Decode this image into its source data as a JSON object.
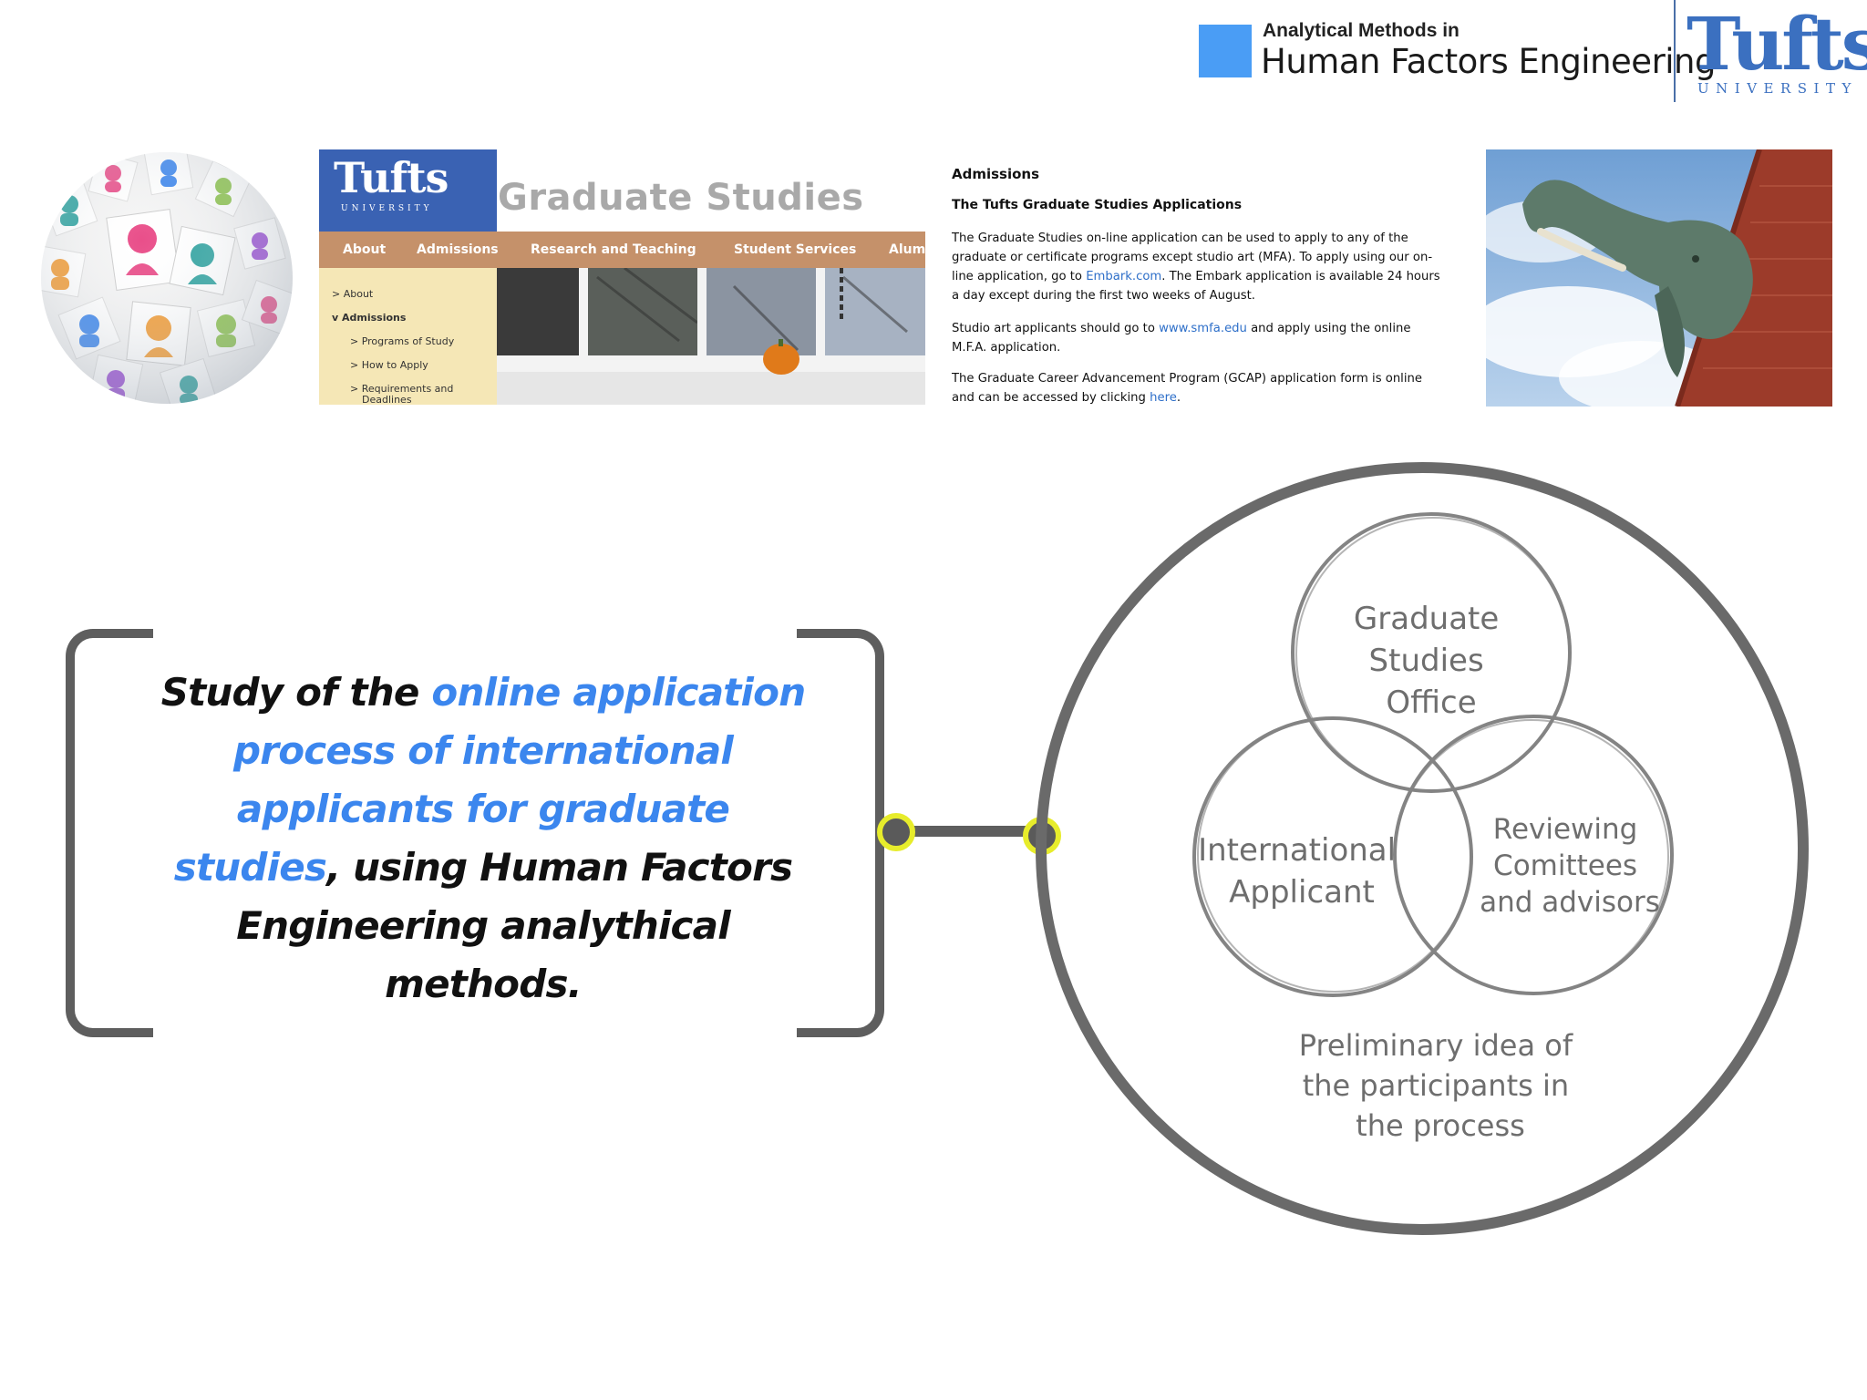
{
  "header": {
    "course_small": "Analytical Methods in",
    "course_big": "Human Factors Engineering",
    "logo_text": "Tufts",
    "logo_sub": "UNIVERSITY",
    "accent_color": "#4a9df5"
  },
  "website_screenshot": {
    "logo_text": "Tufts",
    "logo_sub": "UNIVERSITY",
    "title": "Graduate Studies",
    "nav": [
      "About",
      "Admissions",
      "Research and Teaching",
      "Student Services",
      "Alum"
    ],
    "sidebar": [
      "> About",
      "v Admissions",
      "> Programs of Study",
      "> How to Apply",
      "> Requirements and",
      "Deadlines"
    ]
  },
  "admissions_text": {
    "heading": "Admissions",
    "subheading": "The Tufts Graduate Studies Applications",
    "p1_before": "The Graduate Studies on-line application can be used to apply to any of the graduate or certificate programs except studio art (MFA). To apply using our on-line application, go to ",
    "p1_link": "Embark.com",
    "p1_after": ". The Embark application is available 24 hours a day except during the first two weeks of August.",
    "p2_before": "Studio art applicants should go to ",
    "p2_link": "www.smfa.edu",
    "p2_after": " and apply using the online M.F.A. application.",
    "p3_before": "The Graduate Career Advancement Program (GCAP) application form is online and can be accessed by clicking ",
    "p3_link": "here",
    "p3_after": "."
  },
  "statement": {
    "part1": "Study of the ",
    "highlight": "online application process of international applicants for graduate studies",
    "part2": ", using Human Factors Engineering analythical methods.",
    "highlight_color": "#3b86ee"
  },
  "diagram": {
    "circle_top": [
      "Graduate",
      "Studies",
      "Office"
    ],
    "circle_left": [
      "International",
      "Applicant"
    ],
    "circle_right": [
      "Reviewing",
      "Comittees",
      "and advisors"
    ],
    "caption": [
      "Preliminary idea of",
      "the participants in",
      "the process"
    ]
  }
}
